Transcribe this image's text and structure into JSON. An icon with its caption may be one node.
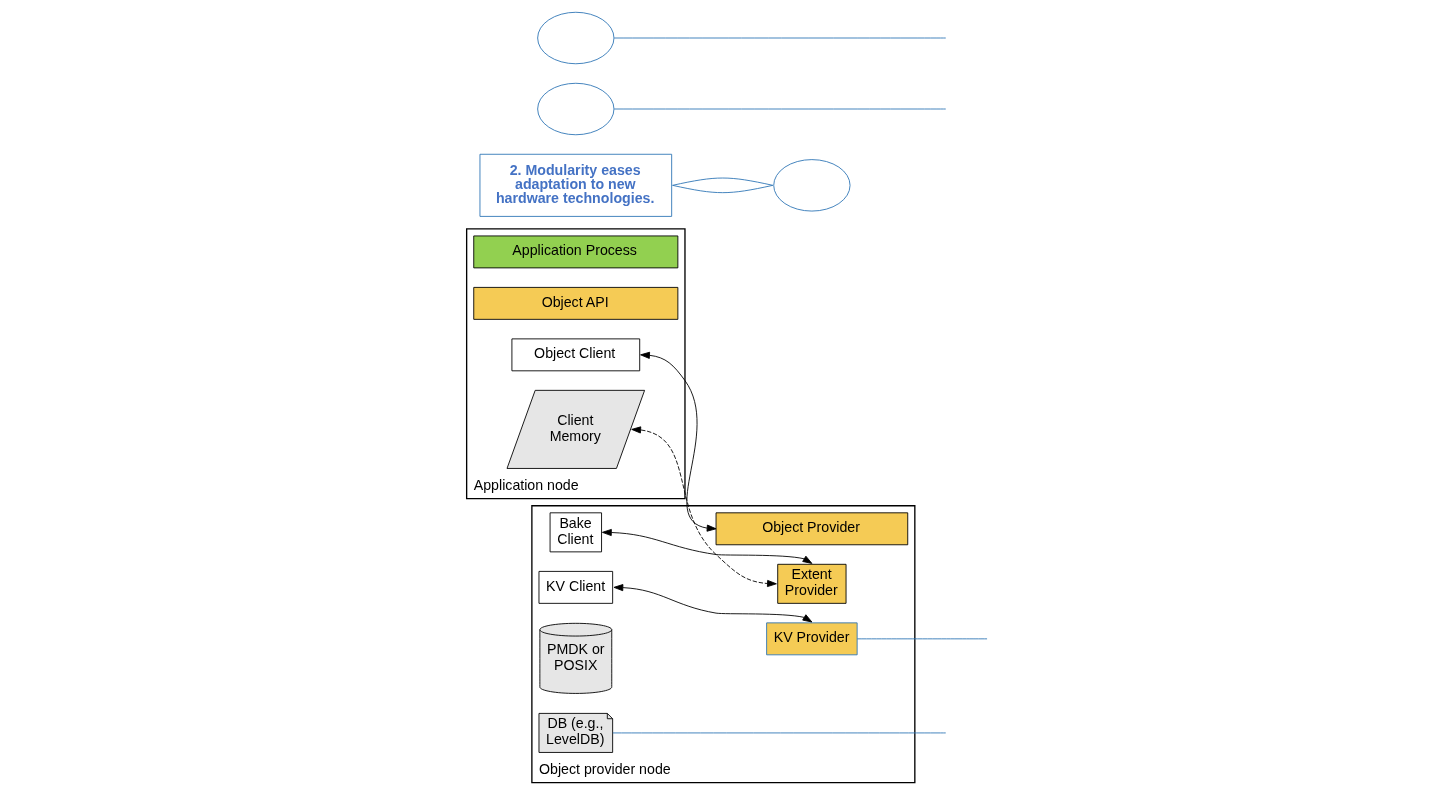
{
  "diagram": {
    "nodes": [
      {
        "text": [
          "Application node"
        ]
      },
      {
        "text": [
          "Application Process"
        ],
        "in": 0
      },
      {
        "text": [
          "Object API"
        ],
        "in": 0
      },
      {
        "text": [
          "Object Client"
        ],
        "in": 0
      },
      {
        "text": [
          "Client Memory"
        ],
        "in": 0
      },
      {
        "text": [
          "Object provider node"
        ]
      },
      {
        "text": [
          "Object Provider"
        ],
        "in": 5
      },
      {
        "text": [
          "Bake Client"
        ],
        "in": 5
      },
      {
        "text": [
          "KV Client"
        ],
        "in": 5
      },
      {
        "text": [
          "Extent Provider"
        ],
        "in": 5
      },
      {
        "text": [
          "KV Provider"
        ],
        "in": 5
      },
      {
        "text": [
          "PMDK or POSIX"
        ],
        "in": 5
      },
      {
        "text": [
          "DB (e.g., LevelDB)"
        ],
        "in": 5
      },
      {
        "text": [
          "2. Modularity eases adaptation to new hardware technologies."
        ]
      },
      {
        "text": [],
        "shape": "ellipse"
      },
      {
        "text": [],
        "shape": "ellipse"
      },
      {
        "text": [],
        "shape": "ellipse"
      }
    ],
    "edges": [
      {
        "from": 3,
        "to": 6,
        "arrow": "both",
        "color": "#000000"
      },
      {
        "from": 4,
        "to": 9,
        "arrow": "both",
        "style": "dashed",
        "color": "#000000"
      },
      {
        "from": 7,
        "to": 9,
        "arrow": "both",
        "color": "#000000"
      },
      {
        "from": 8,
        "to": 10,
        "arrow": "both",
        "color": "#000000"
      },
      {
        "from": 13,
        "to": 16,
        "arrow": "none"
      },
      {
        "from": 13,
        "to": 16,
        "arrow": "none"
      },
      {
        "from": null,
        "to": 14,
        "arrow": "none"
      },
      {
        "from": null,
        "to": 10,
        "arrow": "none"
      },
      {
        "from": null,
        "to": 12,
        "arrow": "none"
      },
      {
        "from": null,
        "to": 15,
        "arrow": "none"
      }
    ]
  }
}
